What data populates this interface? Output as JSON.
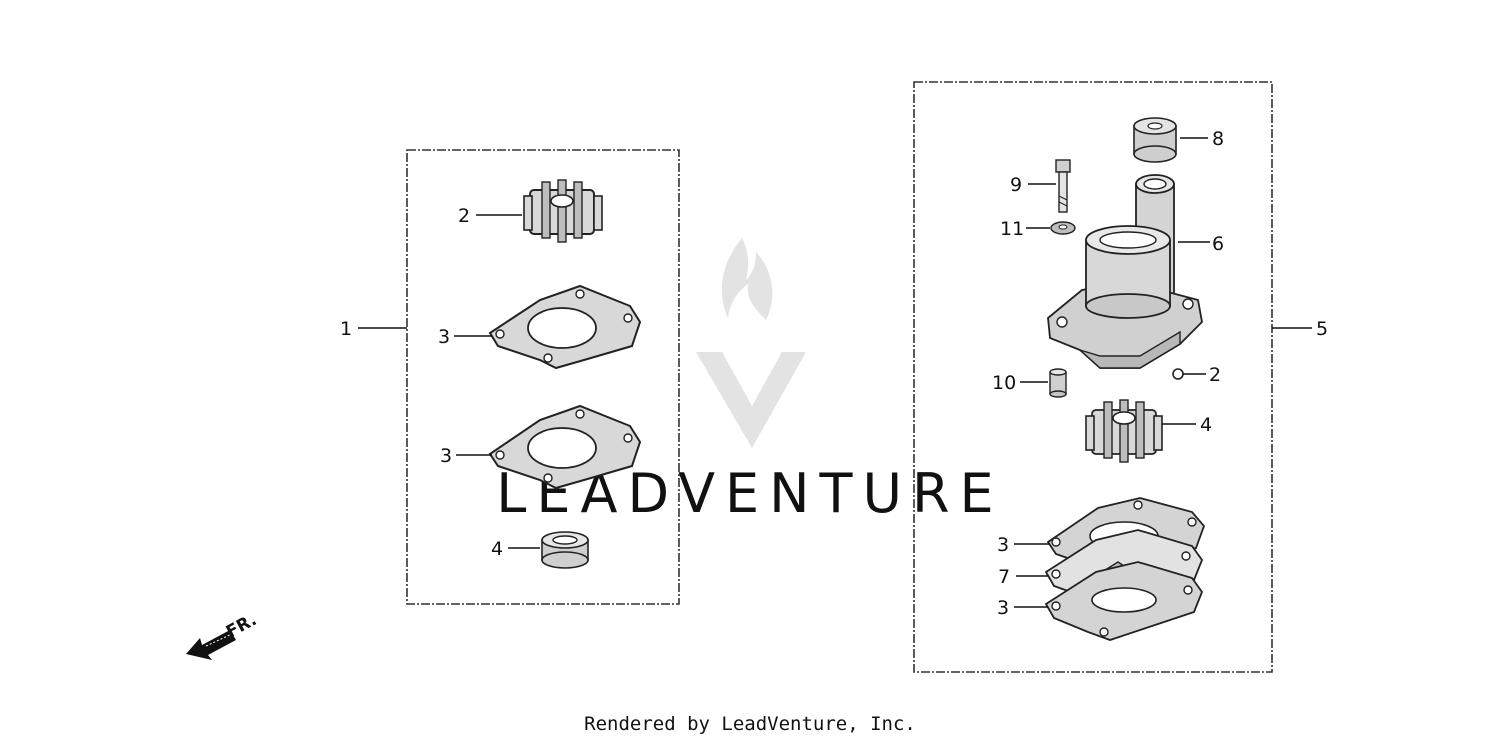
{
  "watermark": {
    "text": "LEADVENTURE"
  },
  "footer": {
    "text": "Rendered by LeadVenture, Inc."
  },
  "direction_indicator": {
    "label": "FR."
  },
  "callouts": {
    "left_kit": "1",
    "left_impeller": "2",
    "left_gasket_upper": "3",
    "left_gasket_lower": "3",
    "left_seal": "4",
    "right_kit": "5",
    "housing": "6",
    "plate_middle": "7",
    "grommet": "8",
    "bolt": "9",
    "pin": "10",
    "washer": "11",
    "housing_impeller_ref": "2",
    "right_impeller": "4",
    "gasket_top": "3",
    "gasket_bottom": "3"
  }
}
